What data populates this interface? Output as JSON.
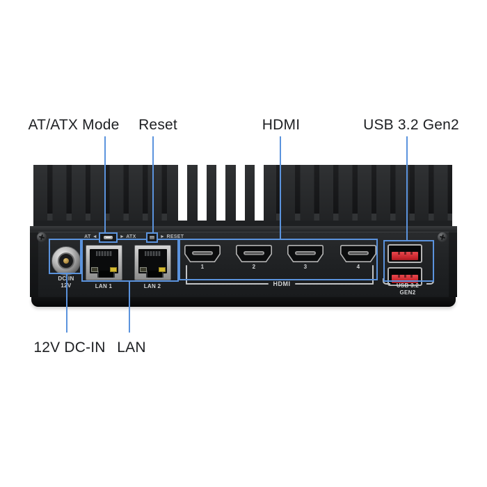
{
  "figure": {
    "kind": "annotated front-panel product diagram of a fanless embedded PC",
    "background": "#ffffff"
  },
  "callouts": {
    "line_color": "#5b93dd",
    "top": [
      {
        "label": "AT/ATX Mode"
      },
      {
        "label": "Reset"
      },
      {
        "label": "HDMI"
      },
      {
        "label": "USB 3.2 Gen2"
      }
    ],
    "bottom": [
      {
        "label": "12V DC-IN"
      },
      {
        "label": "LAN"
      }
    ]
  },
  "panel": {
    "at_arrow": "AT ◄",
    "atx_arrow": "► ATX",
    "reset_arrow": "► RESET",
    "dc_line1": "DC IN",
    "dc_line2": "12V",
    "lan1": "LAN 1",
    "lan2": "LAN 2",
    "hdmi_nums": [
      "1",
      "2",
      "3",
      "4"
    ],
    "hdmi_group": "HDMI",
    "usb_line1": "USB 3.2",
    "usb_line2": "GEN2"
  },
  "colors": {
    "callout_blue": "#5b93dd",
    "usb_red": "#d63036",
    "led_yellow": "#d4b92f",
    "chassis_dark": "#202224"
  },
  "icons": {
    "screw-icon": "phillips screw head",
    "dc-jack-icon": "barrel power connector",
    "rj45-port-icon": "ethernet jack",
    "hdmi-port-icon": "HDMI connector",
    "usb-port-icon": "USB type-A red port",
    "slide-switch-icon": "AT/ATX slide switch",
    "reset-button-icon": "recessed reset button"
  }
}
